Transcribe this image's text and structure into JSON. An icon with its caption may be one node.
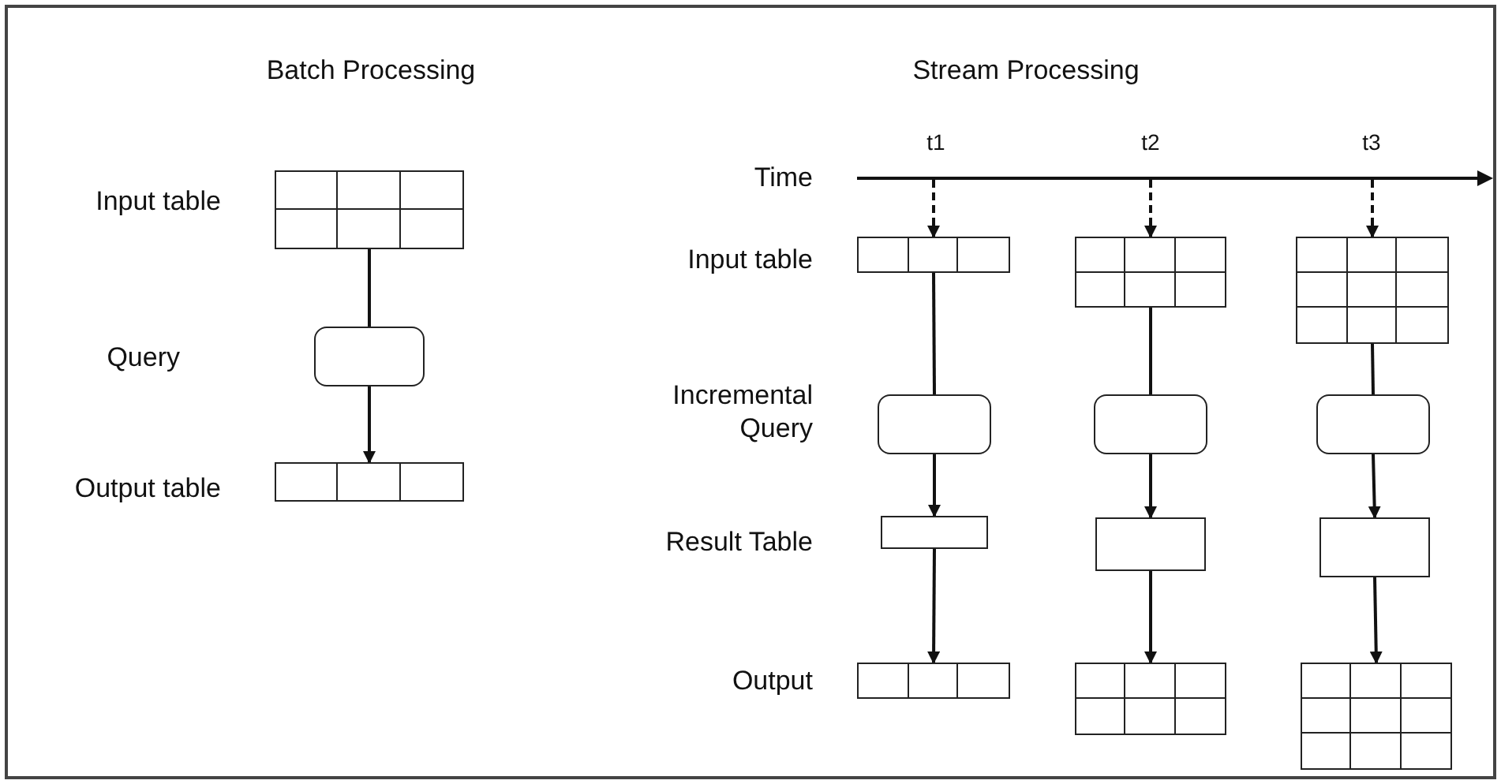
{
  "diagram": {
    "nodes": [
      {
        "text": [],
        "shape": "table"
      },
      {
        "text": [],
        "shape": "box"
      },
      {
        "text": [],
        "shape": "table"
      },
      {
        "text": [],
        "shape": "table"
      },
      {
        "text": [],
        "shape": "table"
      },
      {
        "text": [],
        "shape": "table"
      },
      {
        "text": [],
        "shape": "box"
      },
      {
        "text": [],
        "shape": "box"
      },
      {
        "text": [],
        "shape": "box"
      },
      {
        "text": [],
        "shape": "box"
      },
      {
        "text": [],
        "shape": "box"
      },
      {
        "text": [],
        "shape": "box"
      },
      {
        "text": [],
        "shape": "table"
      },
      {
        "text": [],
        "shape": "table"
      },
      {
        "text": [],
        "shape": "table"
      }
    ],
    "edges": [
      {
        "from": 0,
        "to": 1,
        "arrow": "none"
      },
      {
        "from": 1,
        "to": 2,
        "arrow": "to"
      },
      {
        "from": null,
        "to": 3,
        "arrow": "to",
        "style": "dashed"
      },
      {
        "from": null,
        "to": 4,
        "arrow": "to",
        "style": "dashed"
      },
      {
        "from": null,
        "to": 5,
        "arrow": "to",
        "style": "dashed"
      },
      {
        "from": 3,
        "to": 6,
        "arrow": "none"
      },
      {
        "from": 4,
        "to": 7,
        "arrow": "none"
      },
      {
        "from": 5,
        "to": 8,
        "arrow": "none"
      },
      {
        "from": 6,
        "to": 9,
        "arrow": "to"
      },
      {
        "from": 7,
        "to": 10,
        "arrow": "to"
      },
      {
        "from": 8,
        "to": 11,
        "arrow": "to"
      },
      {
        "from": 9,
        "to": 12,
        "arrow": "to"
      },
      {
        "from": 10,
        "to": 13,
        "arrow": "to"
      },
      {
        "from": 11,
        "to": 14,
        "arrow": "to"
      }
    ],
    "labels": [
      "Batch Processing",
      "Stream Processing",
      "t1",
      "t2",
      "t3",
      "Time",
      "Input table",
      "Input table",
      "Query",
      "Incremental Query",
      "Result Table",
      "Output table",
      "Output"
    ]
  }
}
